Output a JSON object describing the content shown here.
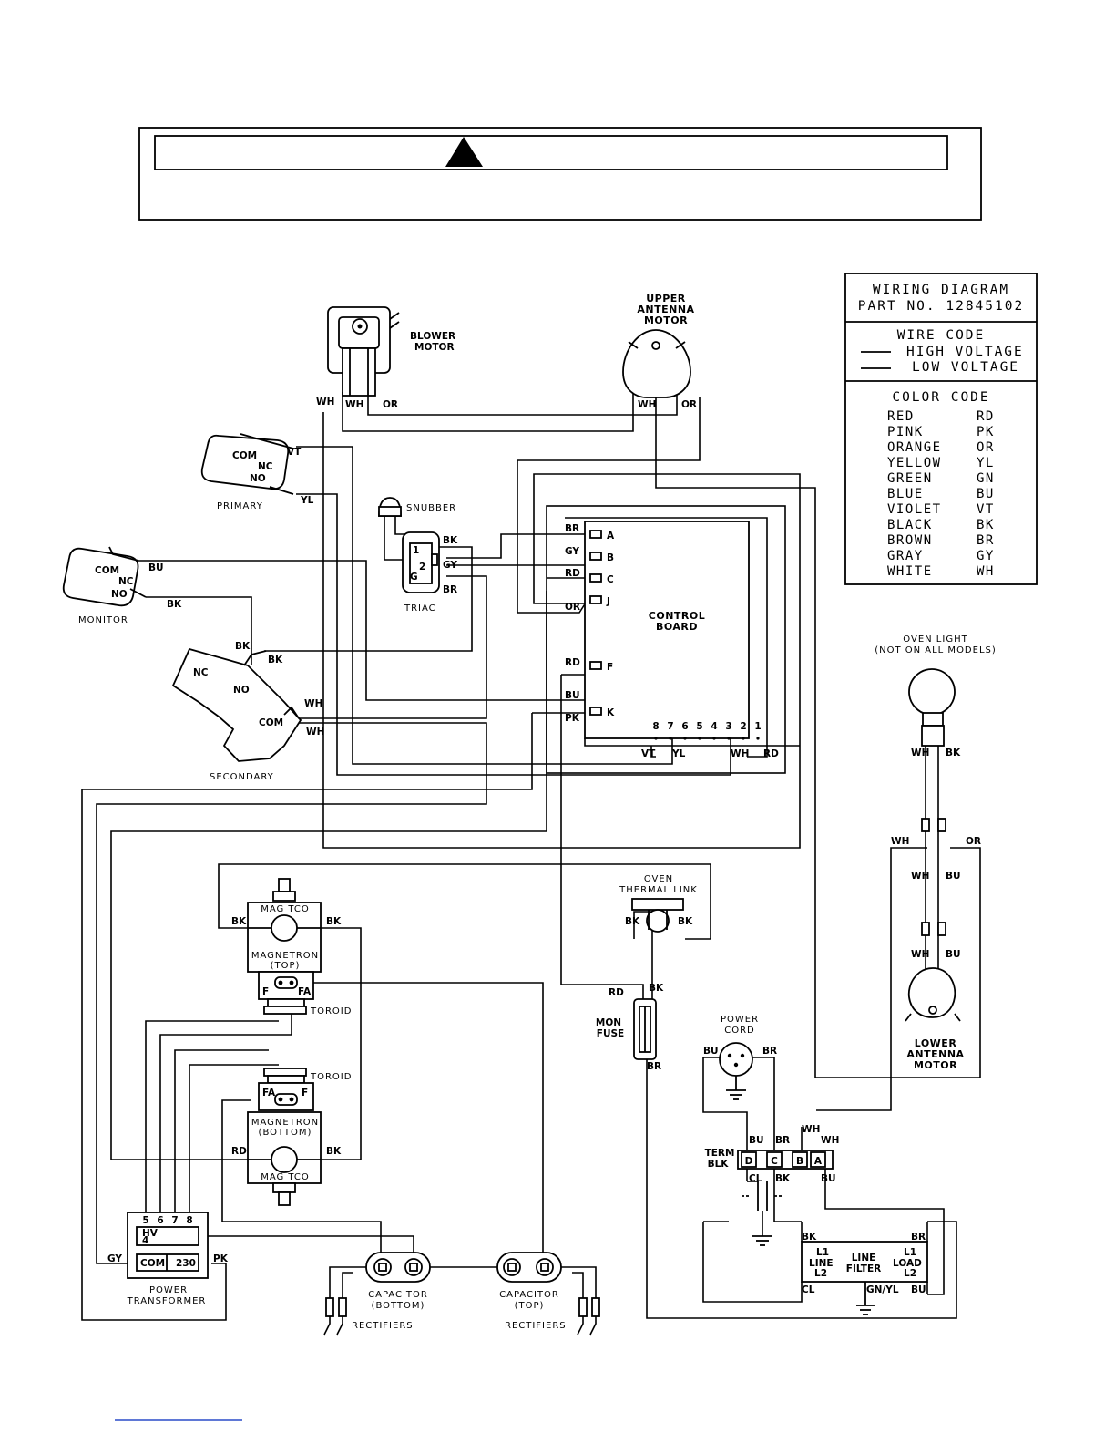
{
  "legend": {
    "title": "WIRING DIAGRAM",
    "part": "PART NO. 12845102",
    "wire_code_title": "WIRE CODE",
    "high_voltage": "HIGH VOLTAGE",
    "low_voltage": "LOW VOLTAGE",
    "color_code_title": "COLOR CODE",
    "colors": [
      {
        "name": "RED",
        "code": "RD"
      },
      {
        "name": "PINK",
        "code": "PK"
      },
      {
        "name": "ORANGE",
        "code": "OR"
      },
      {
        "name": "YELLOW",
        "code": "YL"
      },
      {
        "name": "GREEN",
        "code": "GN"
      },
      {
        "name": "BLUE",
        "code": "BU"
      },
      {
        "name": "VIOLET",
        "code": "VT"
      },
      {
        "name": "BLACK",
        "code": "BK"
      },
      {
        "name": "BROWN",
        "code": "BR"
      },
      {
        "name": "GRAY",
        "code": "GY"
      },
      {
        "name": "WHITE",
        "code": "WH"
      }
    ]
  },
  "components": {
    "blower_motor": [
      "BLOWER",
      "MOTOR"
    ],
    "upper_antenna_motor": [
      "UPPER",
      "ANTENNA",
      "MOTOR"
    ],
    "primary": "PRIMARY",
    "monitor": "MONITOR",
    "secondary": "SECONDARY",
    "snubber": "SNUBBER",
    "triac": "TRIAC",
    "control_board": [
      "CONTROL",
      "BOARD"
    ],
    "oven_light": [
      "OVEN LIGHT",
      "(NOT ON ALL MODELS)"
    ],
    "oven_thermal_link": [
      "OVEN",
      "THERMAL LINK"
    ],
    "mon_fuse": [
      "MON",
      "FUSE"
    ],
    "power_cord": [
      "POWER",
      "CORD"
    ],
    "term_blk": [
      "TERM",
      "BLK"
    ],
    "lower_antenna_motor": [
      "LOWER",
      "ANTENNA",
      "MOTOR"
    ],
    "mag_tco": "MAG TCO",
    "magnetron_top": [
      "MAGNETRON",
      "(TOP)"
    ],
    "magnetron_bottom": [
      "MAGNETRON",
      "(BOTTOM)"
    ],
    "toroid": "TOROID",
    "power_transformer": [
      "POWER",
      "TRANSFORMER"
    ],
    "capacitor_bottom": [
      "CAPACITOR",
      "(BOTTOM)"
    ],
    "capacitor_top": [
      "CAPACITOR",
      "(TOP)"
    ],
    "rectifiers": "RECTIFIERS",
    "line_filter": [
      "LINE",
      "FILTER"
    ]
  },
  "switch_labels": {
    "com": "COM",
    "nc": "NC",
    "no": "NO"
  },
  "board": {
    "terminals": [
      "A",
      "B",
      "C",
      "J",
      "F",
      "K"
    ],
    "pins": [
      "8",
      "7",
      "6",
      "5",
      "4",
      "3",
      "2",
      "1"
    ]
  },
  "triac_pins": [
    "1",
    "2",
    "G"
  ],
  "term_blk_terminals": [
    "D",
    "C",
    "B",
    "A"
  ],
  "transformer": {
    "pins": [
      "5",
      "6",
      "7",
      "8"
    ],
    "hv": [
      "HV",
      "4"
    ],
    "com": "COM",
    "v230": "230"
  },
  "magnetron_pins": {
    "f": "F",
    "fa": "FA"
  },
  "line_filter_labels": {
    "l1": "L1",
    "line": "LINE",
    "l2": "L2",
    "load": "LOAD"
  },
  "wire_labels": {
    "wh": "WH",
    "or": "OR",
    "vt": "VT",
    "yl": "YL",
    "bu": "BU",
    "bk": "BK",
    "br": "BR",
    "gy": "GY",
    "rd": "RD",
    "pk": "PK",
    "cl": "CL",
    "gnyl": "GN/YL"
  }
}
